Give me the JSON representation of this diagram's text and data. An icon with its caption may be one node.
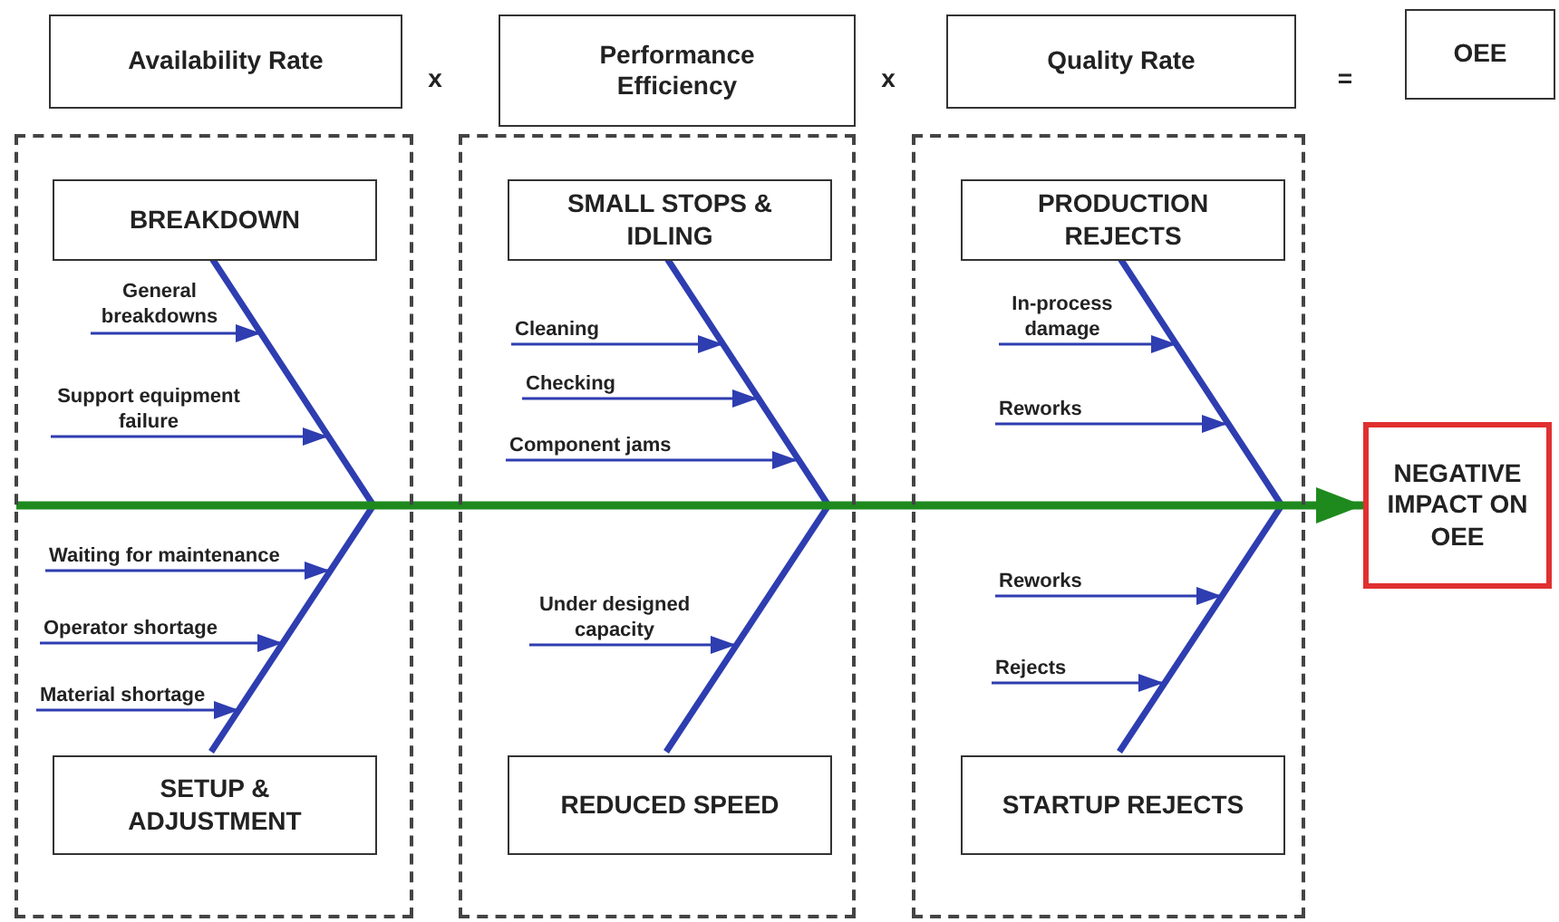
{
  "diagram": {
    "nodes": [
      {
        "text": [
          "Availability Rate"
        ]
      },
      {
        "text": [
          "Performance Efficiency"
        ]
      },
      {
        "text": [
          "Quality Rate"
        ]
      },
      {
        "text": [
          "OEE"
        ]
      },
      {
        "text": [],
        "shape": "box"
      },
      {
        "text": [
          "BREAKDOWN"
        ],
        "in": 4
      },
      {
        "text": [
          "General breakdowns"
        ],
        "in": 4
      },
      {
        "text": [
          "Support equipment failure"
        ],
        "in": 4
      },
      {
        "text": [
          "Waiting for maintenance"
        ],
        "in": 4
      },
      {
        "text": [
          "Operator shortage"
        ],
        "in": 4
      },
      {
        "text": [
          "Material shortage"
        ],
        "in": 4
      },
      {
        "text": [
          "SETUP & ADJUSTMENT"
        ],
        "in": 4
      },
      {
        "text": [],
        "shape": "box"
      },
      {
        "text": [
          "SMALL STOPS & IDLING"
        ],
        "in": 12
      },
      {
        "text": [
          "Cleaning"
        ],
        "in": 12
      },
      {
        "text": [
          "Checking"
        ],
        "in": 12
      },
      {
        "text": [
          "Component jams"
        ],
        "in": 12
      },
      {
        "text": [
          "Under designed capacity"
        ],
        "in": 12
      },
      {
        "text": [
          "REDUCED SPEED"
        ],
        "in": 12
      },
      {
        "text": [],
        "shape": "box"
      },
      {
        "text": [
          "PRODUCTION REJECTS"
        ],
        "in": 19
      },
      {
        "text": [
          "In-process damage"
        ],
        "in": 19
      },
      {
        "text": [
          "Reworks"
        ],
        "in": 19
      },
      {
        "text": [
          "Reworks"
        ],
        "in": 19
      },
      {
        "text": [
          "Rejects"
        ],
        "in": 19
      },
      {
        "text": [
          "STARTUP REJECTS"
        ],
        "in": 19
      },
      {
        "text": [
          "NEGATIVE IMPACT ON OEE"
        ]
      }
    ],
    "edges": [
      {
        "from": 5,
        "to": 11,
        "arrow": "none",
        "style": "thick"
      },
      {
        "from": 13,
        "to": 18,
        "arrow": "none",
        "style": "thick"
      },
      {
        "from": 20,
        "to": 25,
        "arrow": "none",
        "style": "thick"
      },
      {
        "from": 4,
        "to": 26,
        "arrow": "to",
        "style": "thick",
        "color": "#1e8a1e"
      },
      {
        "from": 6,
        "to": null,
        "arrow": "to"
      },
      {
        "from": 7,
        "to": null,
        "arrow": "to"
      },
      {
        "from": 8,
        "to": null,
        "arrow": "to"
      },
      {
        "from": 9,
        "to": null,
        "arrow": "to"
      },
      {
        "from": 10,
        "to": null,
        "arrow": "to"
      },
      {
        "from": 14,
        "to": null,
        "arrow": "to"
      },
      {
        "from": 15,
        "to": null,
        "arrow": "to"
      },
      {
        "from": 16,
        "to": null,
        "arrow": "to"
      },
      {
        "from": 17,
        "to": null,
        "arrow": "to"
      },
      {
        "from": 21,
        "to": null,
        "arrow": "to"
      },
      {
        "from": 22,
        "to": null,
        "arrow": "to"
      },
      {
        "from": 23,
        "to": null,
        "arrow": "to"
      },
      {
        "from": 24,
        "to": null,
        "arrow": "to"
      }
    ],
    "labels": [
      "x",
      "x",
      "="
    ]
  }
}
